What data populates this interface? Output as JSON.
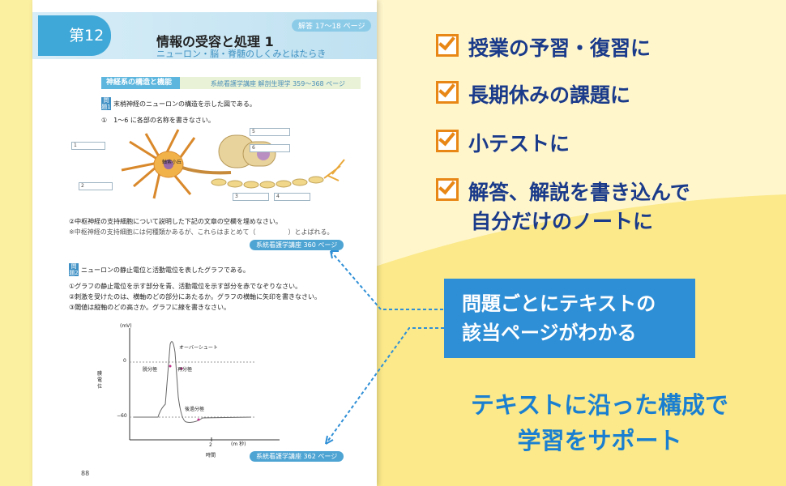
{
  "chapter": {
    "number": "第12回",
    "title": "情報の受容と処理 1",
    "subtitle": "ニューロン・脳・脊髄のしくみとはたらき",
    "answer_pages": "解答 17〜18 ページ"
  },
  "section": {
    "label": "神経系の構造と機能",
    "reference": "系統看護学講座 解剖生理学 359〜368 ページ"
  },
  "q1": {
    "tag": "問題1",
    "text": "末梢神経のニューロンの構造を示した図である。",
    "item1": "①　1〜6 に各部の名称を書きなさい。",
    "axon_hillock": "軸索小丘",
    "blanks": [
      "1",
      "2",
      "3",
      "4",
      "5",
      "6"
    ],
    "item2": "②中枢神経の支持細胞について説明した下記の文章の空欄を埋めなさい。",
    "item2_text": "※中枢神経の支持細胞には何種類かあるが、これらはまとめて（　　　　　）とよばれる。",
    "ref": "系統看護学講座 360 ページ"
  },
  "q2": {
    "tag": "問題2",
    "text": "ニューロンの静止電位と活動電位を表したグラフである。",
    "items": [
      "①グラフの静止電位を示す部分を青、活動電位を示す部分を赤でなぞりなさい。",
      "②刺激を受けたのは、横軸のどの部分にあたるか。グラフの横軸に矢印を書きなさい。",
      "③閾値は縦軸のどの高さか。グラフに線を書きなさい。"
    ],
    "graph": {
      "y_unit": "(mV)",
      "y_ticks": [
        "0",
        "−60"
      ],
      "y_axis_label": "膜電位",
      "x_unit": "(m 秒)",
      "x_tick": "2",
      "x_axis_label": "時間",
      "annotations": [
        "オーバーシュート",
        "脱分極",
        "再分極",
        "後過分極"
      ]
    },
    "ref": "系統看護学講座 362 ページ"
  },
  "page_number": "88",
  "checklist": [
    {
      "label": "授業の予習・復習に"
    },
    {
      "label": "長期休みの課題に"
    },
    {
      "label": "小テストに"
    },
    {
      "label": "解答、解説を書き込んで",
      "label2": "自分だけのノートに"
    }
  ],
  "callout": {
    "line1": "問題ごとにテキストの",
    "line2": "該当ページがわかる"
  },
  "tagline": {
    "line1": "テキストに沿った構成で",
    "line2": "学習をサポート"
  },
  "colors": {
    "accent_blue": "#2f8fd6",
    "check_orange": "#e88716",
    "text_navy": "#1a3a8a",
    "background_yellow": "#fbf0a0"
  }
}
